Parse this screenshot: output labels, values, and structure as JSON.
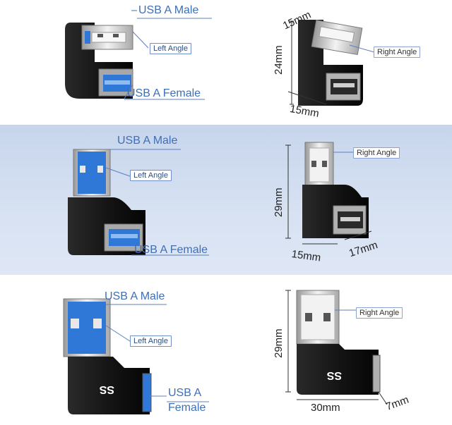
{
  "panels": {
    "top_left": {
      "male": "USB A Male",
      "angle": "Left Angle",
      "female": "USB A Female"
    },
    "top_right": {
      "angle": "Right Angle",
      "dim_top": "15mm",
      "dim_side": "24mm",
      "dim_bottom": "15mm"
    },
    "mid_left": {
      "male": "USB A Male",
      "angle": "Left Angle",
      "female": "USB A Female"
    },
    "mid_right": {
      "angle": "Right Angle",
      "dim_side": "29mm",
      "dim_bottom": "15mm",
      "dim_depth": "17mm"
    },
    "bottom_left": {
      "male": "USB A Male",
      "angle": "Left Angle",
      "female_line1": "USB A",
      "female_line2": "Female"
    },
    "bottom_right": {
      "angle": "Right Angle",
      "dim_side": "29mm",
      "dim_bottom": "30mm",
      "dim_depth": "7mm"
    }
  },
  "colors": {
    "label_blue": "#3f6fb6",
    "usb3_blue": "#2f78d8",
    "body_black": "#161616",
    "band_blue": "#cfdbef"
  }
}
